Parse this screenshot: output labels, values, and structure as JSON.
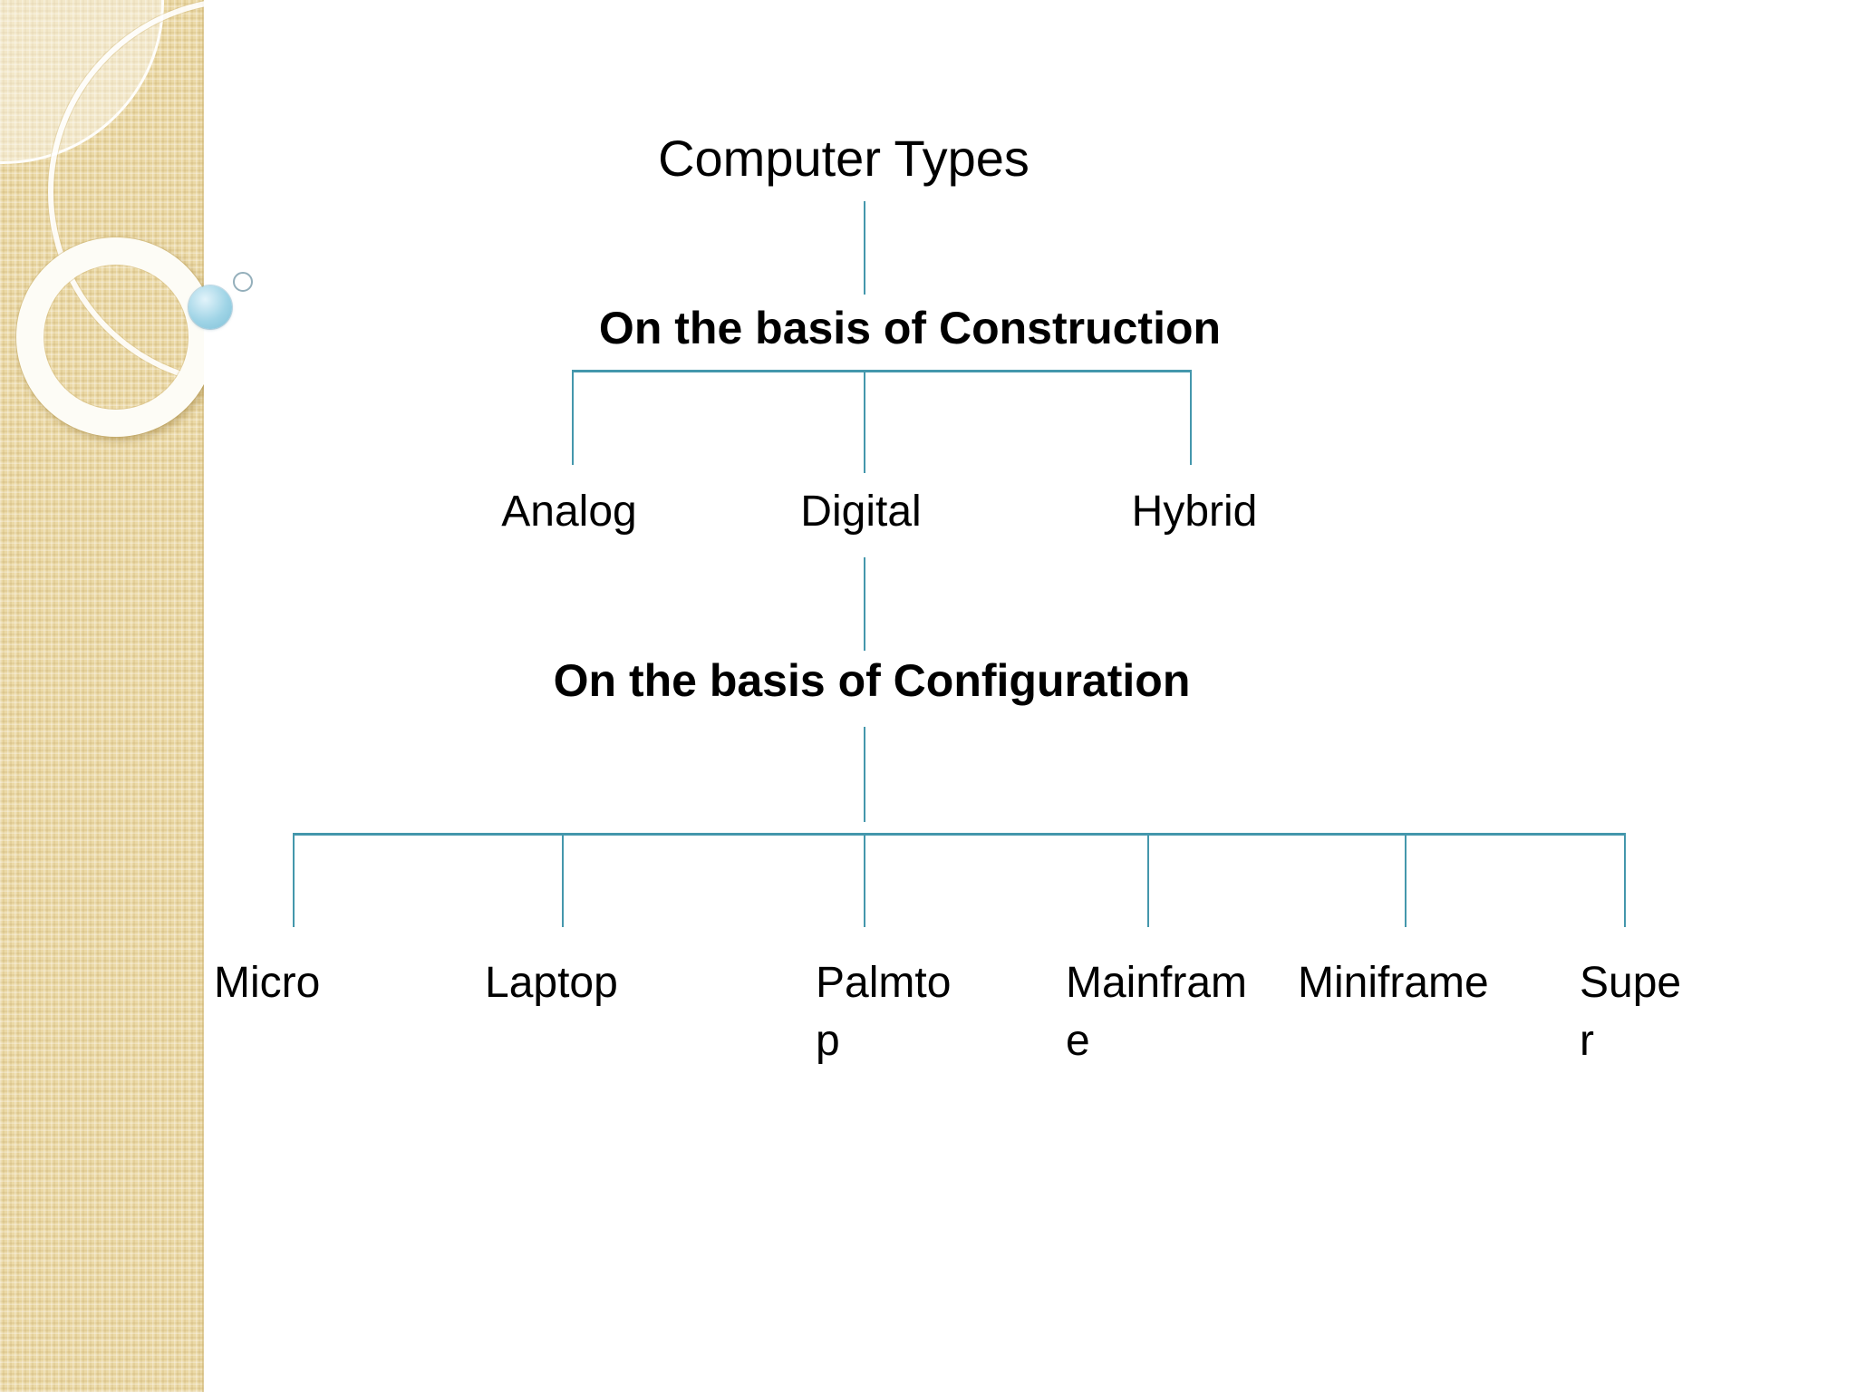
{
  "slide_title": {
    "text": "Computer Types"
  },
  "headings": {
    "construction": "On the basis of Construction",
    "configuration": "On the basis of Configuration"
  },
  "construction_nodes": [
    {
      "label": "Analog"
    },
    {
      "label": "Digital"
    },
    {
      "label": "Hybrid"
    }
  ],
  "configuration_nodes": [
    {
      "line1": "Micro",
      "line2": ""
    },
    {
      "line1": "Laptop",
      "line2": ""
    },
    {
      "line1": "Palmto",
      "line2": "p"
    },
    {
      "line1": "Mainfram",
      "line2": "e"
    },
    {
      "line1": "Miniframe",
      "line2": ""
    },
    {
      "line1": "Supe",
      "line2": "r"
    }
  ],
  "colors": {
    "connector": "#4497ac",
    "sidebar_base": "#ebd9a6",
    "accent_ball": "#9fd4e6",
    "text": "#000000",
    "background": "#ffffff"
  }
}
